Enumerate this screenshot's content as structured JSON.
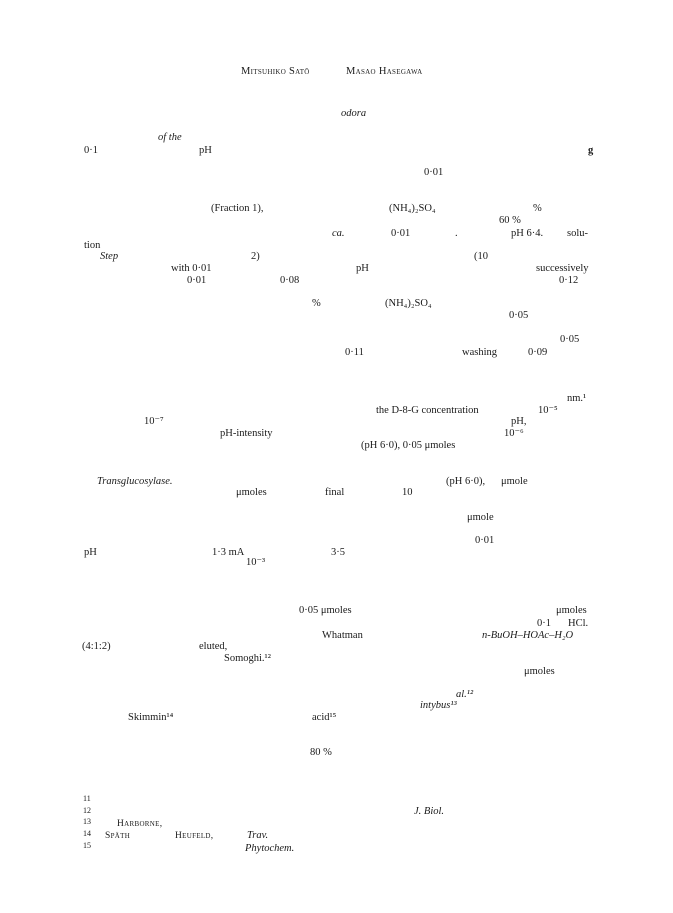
{
  "header": {
    "author1": "Mitsuhiko Satō",
    "author2": "Masao Hasegawa"
  },
  "text": {
    "odora": "odora",
    "of_the": "of the",
    "val_0_1a": "0·1",
    "ph_a": "pH",
    "g": "g",
    "val_0_01a": "0·01",
    "fraction1": "(Fraction 1),",
    "nh4so4_a": "(NH₄)₂SO₄",
    "percent_a": "%",
    "sixty_pct": "60 %",
    "ca": "ca.",
    "val_0_01b": "0·01",
    "dot": ".",
    "ph_6_4": "pH 6·4.",
    "solu": "solu-",
    "tion": "tion",
    "step": "Step",
    "two_paren": "2)",
    "ten_paren": "(10",
    "with_0_01": "with 0·01",
    "ph_b": "pH",
    "successively": "successively",
    "val_0_01c": "0·01",
    "val_0_08": "0·08",
    "val_0_12": "0·12",
    "percent_b": "%",
    "nh4so4_b": "(NH₄)₂SO₄",
    "val_0_05a": "0·05",
    "val_0_05b": "0·05",
    "val_0_11": "0·11",
    "washing": "washing",
    "val_0_09": "0·09",
    "nm": "nm.¹",
    "d8g_conc": "the D-8-G concentration",
    "ten_m5": "10⁻⁵",
    "ten_m7": "10⁻⁷",
    "ph_comma": "pH,",
    "ph_intensity": "pH-intensity",
    "ten_m6": "10⁻⁶",
    "ph6_005": "(pH 6·0), 0·05 μmoles",
    "transglucosylase": "Transglucosylase.",
    "ph6_comma": "(pH 6·0),",
    "umole_a": "μmole",
    "umoles_a": "μmoles",
    "final": "final",
    "ten_b": "10",
    "umole_b": "μmole",
    "val_0_01d": "0·01",
    "ph_c": "pH",
    "ma": "1·3 mA",
    "val_3_5": "3·5",
    "ten_m3": "10⁻³",
    "umoles_005": "0·05 μmoles",
    "umoles_b": "μmoles",
    "val_0_1b": "0·1",
    "hcl": "HCl.",
    "whatman": "Whatman",
    "buoh": "n-BuOH–HOAc–H₂O",
    "ratio": "(4:1:2)",
    "eluted": "eluted,",
    "somoghi": "Somoghi.¹²",
    "umoles_c": "μmoles",
    "al": "al.¹²",
    "intybus": "intybus¹³",
    "skimmin": "Skimmin¹⁴",
    "acid": "acid¹⁵",
    "eighty_pct": "80 %"
  },
  "footnotes": {
    "n11": "11",
    "n12": "12",
    "n13": "13",
    "n14": "14",
    "n15": "15",
    "j_biol": "J. Biol.",
    "harborne": "Harborne,",
    "spath": "Späth",
    "heufeld": "Heufeld,",
    "trav": "Trav.",
    "phytochem": "Phytochem."
  }
}
